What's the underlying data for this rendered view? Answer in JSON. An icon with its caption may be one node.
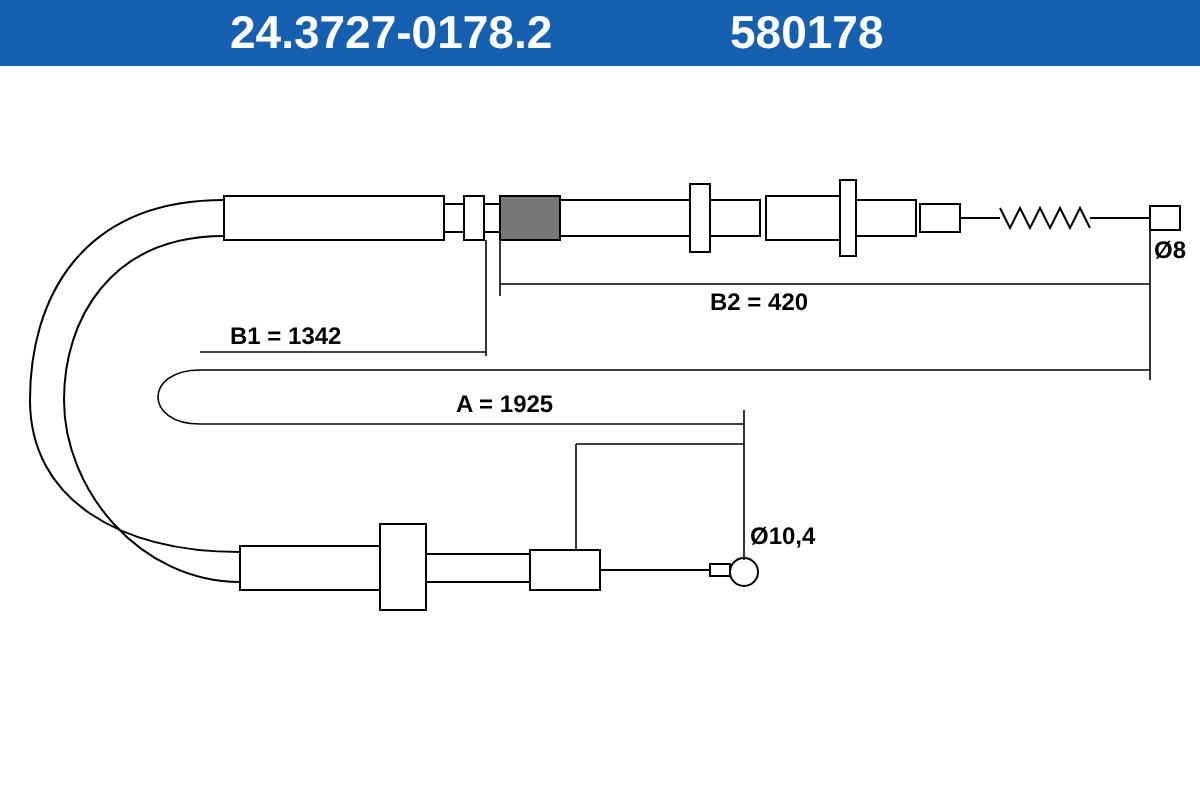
{
  "diagram": {
    "title": "24.3727-0178.2",
    "labels": [
      "580178",
      "B1 = 1342",
      "B2 = 420",
      "Ø8",
      "A = 1925",
      "Ø10,4"
    ]
  }
}
